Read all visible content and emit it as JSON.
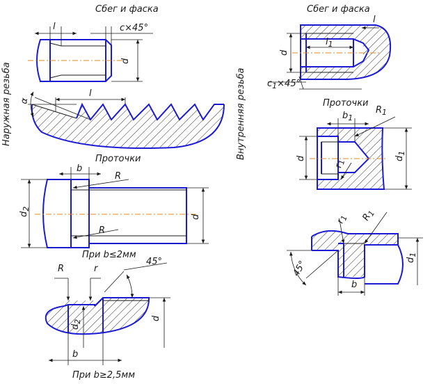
{
  "labels": {
    "top_left_title": "Сбег и фаска",
    "top_right_title": "Сбег и фаска",
    "external_thread": "Наружная резьба",
    "internal_thread": "Внутренняя резьба",
    "grooves_left": "Проточки",
    "grooves_right": "Проточки",
    "cond_b_le_2": "При b≤2мм",
    "cond_b_ge_25": "При b≥2,5мм",
    "dim_l": "l",
    "dim_c45": "c×45°",
    "dim_d": "d",
    "dim_alpha": "α",
    "dim_l_long": "l",
    "dim_b": "b",
    "dim_R": "R",
    "dim_d2": "d",
    "sub_2": "2",
    "dim_R_low": "R",
    "dim_R_big": "R",
    "dim_r": "r",
    "dim_45": "45°",
    "dim_b_bottom": "b",
    "dim_d_bottom": "d",
    "dim_d2_bottom": "d",
    "right_d": "d",
    "right_l1": "l",
    "right_l": "l",
    "right_c1": "c",
    "right_x45": "×45°",
    "right_b1": "b",
    "right_R1": "R",
    "right_d_mid": "d",
    "right_d1_mid": "d",
    "right_r1": "r",
    "right_r1b": "r",
    "right_R1b": "R",
    "right_45": "45°",
    "right_d1_low": "d",
    "right_b_low": "b",
    "sub_1": "1"
  }
}
